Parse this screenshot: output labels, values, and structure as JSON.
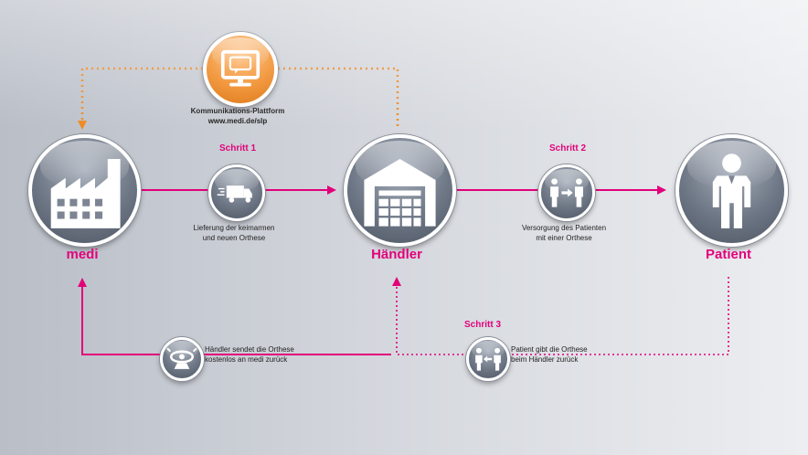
{
  "colors": {
    "accent": "#e2007a",
    "platform": "#f08a24",
    "node": "#6e7785"
  },
  "nodes": {
    "medi": {
      "label": "medi",
      "icon": "factory-icon"
    },
    "haendler": {
      "label": "Händler",
      "icon": "warehouse-icon"
    },
    "patient": {
      "label": "Patient",
      "icon": "person-icon"
    }
  },
  "platform": {
    "icon": "monitor-icon",
    "line1": "Kommunikations-Plattform",
    "line2": "www.medi.de/slp"
  },
  "steps": [
    {
      "title": "Schritt 1",
      "icon": "truck-icon",
      "line1": "Lieferung der keimarmen",
      "line2": "und neuen Orthese"
    },
    {
      "title": "Schritt 2",
      "icon": "handover-icon",
      "line1": "Versorgung des Patienten",
      "line2": "mit einer Orthese"
    },
    {
      "title": "Schritt 3",
      "icon": "return-icon",
      "line1": "Patient gibt die Orthese",
      "line2": "beim Händler zurück"
    }
  ],
  "return_post": {
    "icon": "post-horn-icon",
    "line1": "Händler sendet die Orthese",
    "line2": "kostenlos an medi zurück"
  }
}
